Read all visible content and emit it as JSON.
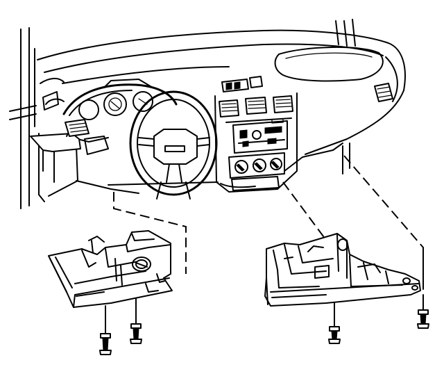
{
  "figure": {
    "kind": "exploded-view line illustration",
    "ink_color": "#000000",
    "background_color": "#ffffff",
    "parts": [
      {
        "id": "instrument-panel",
        "icon": "dashboard-icon"
      },
      {
        "id": "left-lower-trim-panel",
        "icon": "panel-icon"
      },
      {
        "id": "right-lower-trim-panel",
        "icon": "panel-icon"
      },
      {
        "id": "fastener",
        "icon": "screw-icon",
        "count": 4
      }
    ]
  }
}
